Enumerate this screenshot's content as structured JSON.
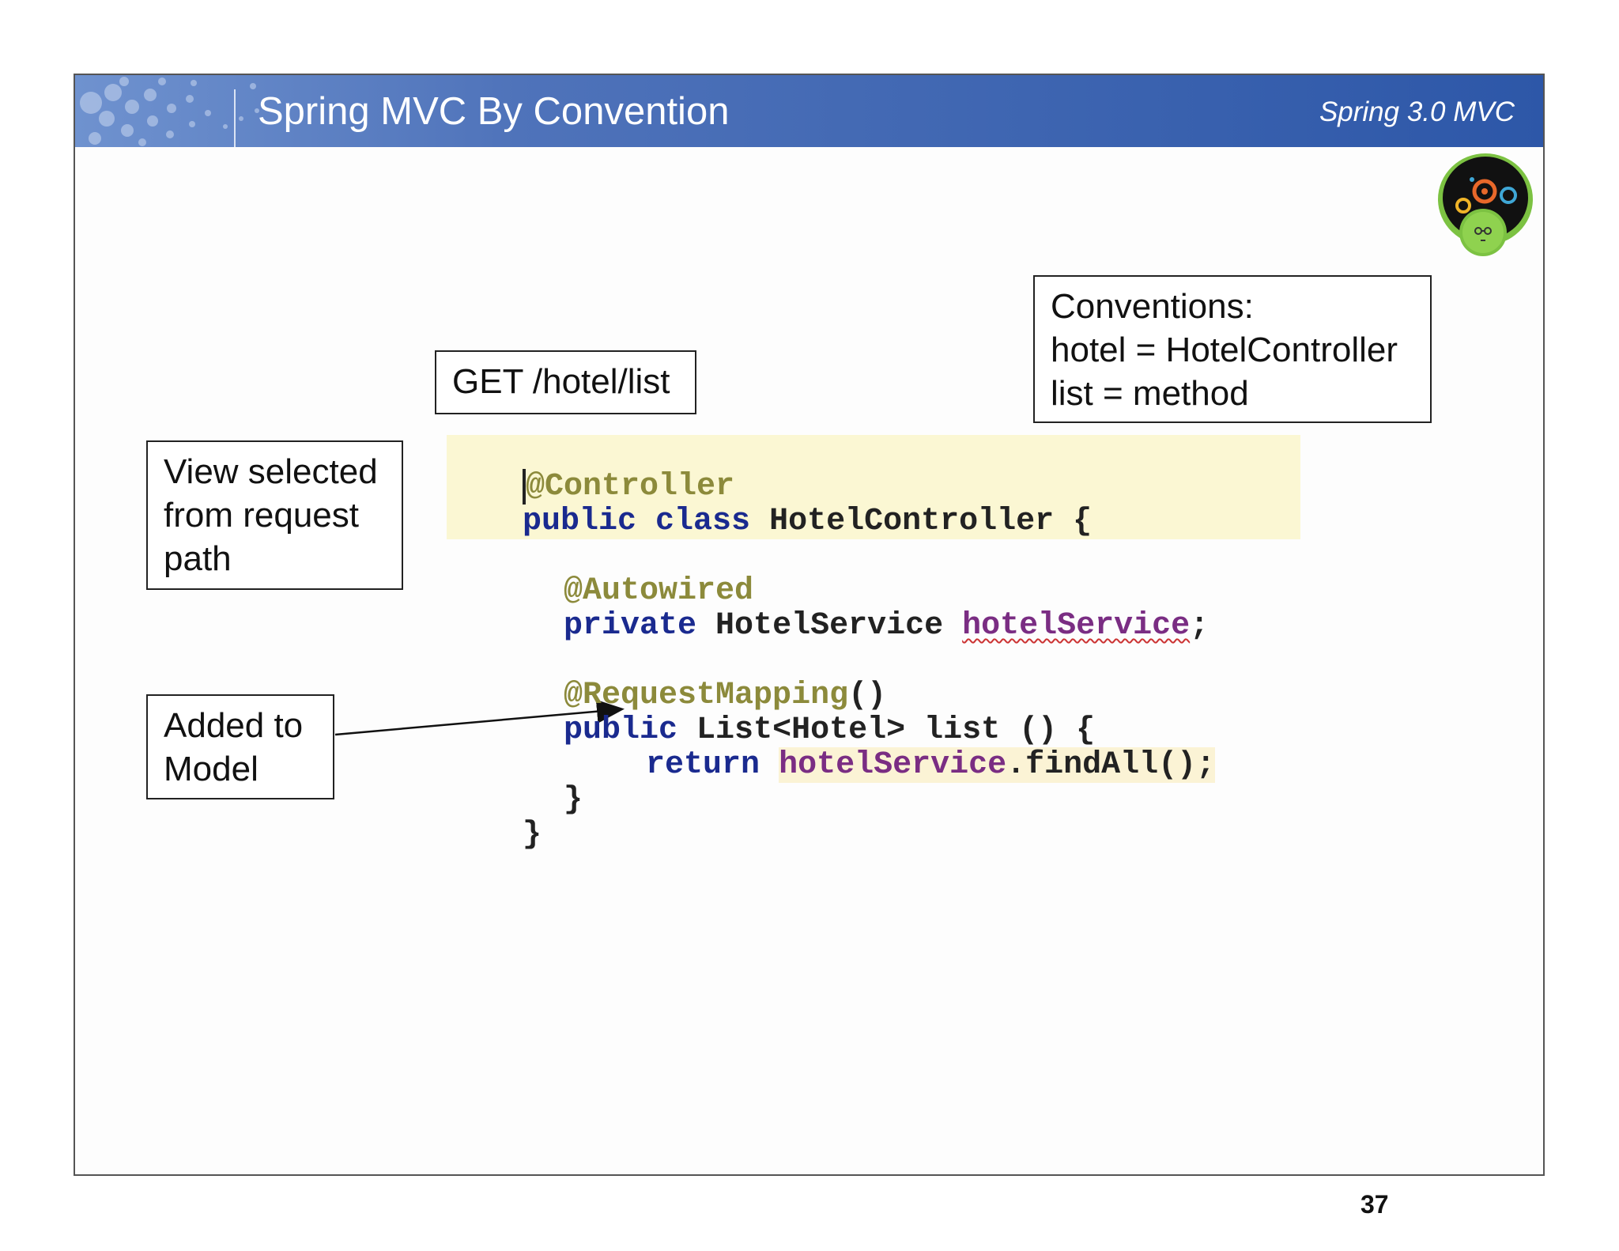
{
  "header": {
    "title": "Spring MVC By Convention",
    "subtitle": "Spring 3.0 MVC"
  },
  "callouts": {
    "get_path": "GET /hotel/list",
    "conventions": [
      "Conventions:",
      "hotel = HotelController",
      "list = method"
    ],
    "view_selected": [
      "View selected",
      "from request",
      "path"
    ],
    "added_to_model": [
      "Added to",
      "Model"
    ]
  },
  "code": {
    "line1_annotation": "@Controller",
    "line2_kw": "public class",
    "line2_rest": " HotelController {",
    "line3_annotation": "@Autowired",
    "line4_kw": "private",
    "line4_type": " HotelService ",
    "line4_field": "hotelService",
    "line4_end": ";",
    "line5_annotation": "@RequestMapping",
    "line5_parens": "()",
    "line6_kw": "public",
    "line6_rest": " List<Hotel> list () {",
    "line7_kw": "return",
    "line7_field": "hotelService",
    "line7_call": ".findAll();",
    "line8": "}",
    "line9": "}"
  },
  "page_number": "37",
  "colors": {
    "header_blue": "#2d57a8",
    "keyword": "#1a2a8f",
    "annotation": "#8c8a3b",
    "field": "#7a2d83"
  },
  "logo_icon": "gears-head-logo"
}
